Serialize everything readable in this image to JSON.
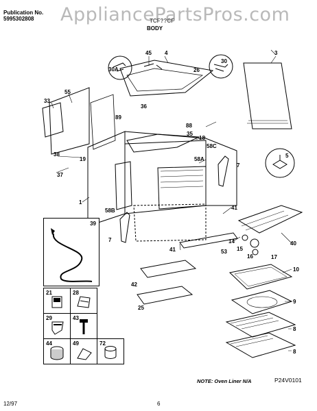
{
  "header": {
    "pub_label": "Publication No.",
    "pub_number": "5995302808",
    "model": "TCF??CF",
    "section_title": "BODY"
  },
  "watermark": "AppliancePartsPros.com",
  "callouts": {
    "c45": "45",
    "c4": "4",
    "c3": "3",
    "c30a": "30A",
    "c30": "30",
    "c26": "26",
    "c55": "55",
    "c33": "33",
    "c36": "36",
    "c89": "89",
    "c88": "88",
    "c35": "35",
    "c18": "18",
    "c58c": "58C",
    "c7a": "7",
    "c38": "38",
    "c19": "19",
    "c58a": "58A",
    "c37": "37",
    "c1": "1",
    "c58b": "58B",
    "c41a": "41",
    "c7b": "7",
    "c41b": "41",
    "c53": "53",
    "c14": "14",
    "c15": "15",
    "c16": "16",
    "c17": "17",
    "c40": "40",
    "c42": "42",
    "c25": "25",
    "c10": "10",
    "c9": "9",
    "c8a": "8",
    "c8b": "8",
    "c5": "5",
    "c39": "39"
  },
  "part_boxes": {
    "b39": "39",
    "b21": "21",
    "b28": "28",
    "b29": "29",
    "b43": "43",
    "b44": "44",
    "b49": "49",
    "b72": "72"
  },
  "note": "NOTE: Oven Liner N/A",
  "figure_ref": "P24V0101",
  "footer": {
    "date": "12/97",
    "page": "6"
  }
}
